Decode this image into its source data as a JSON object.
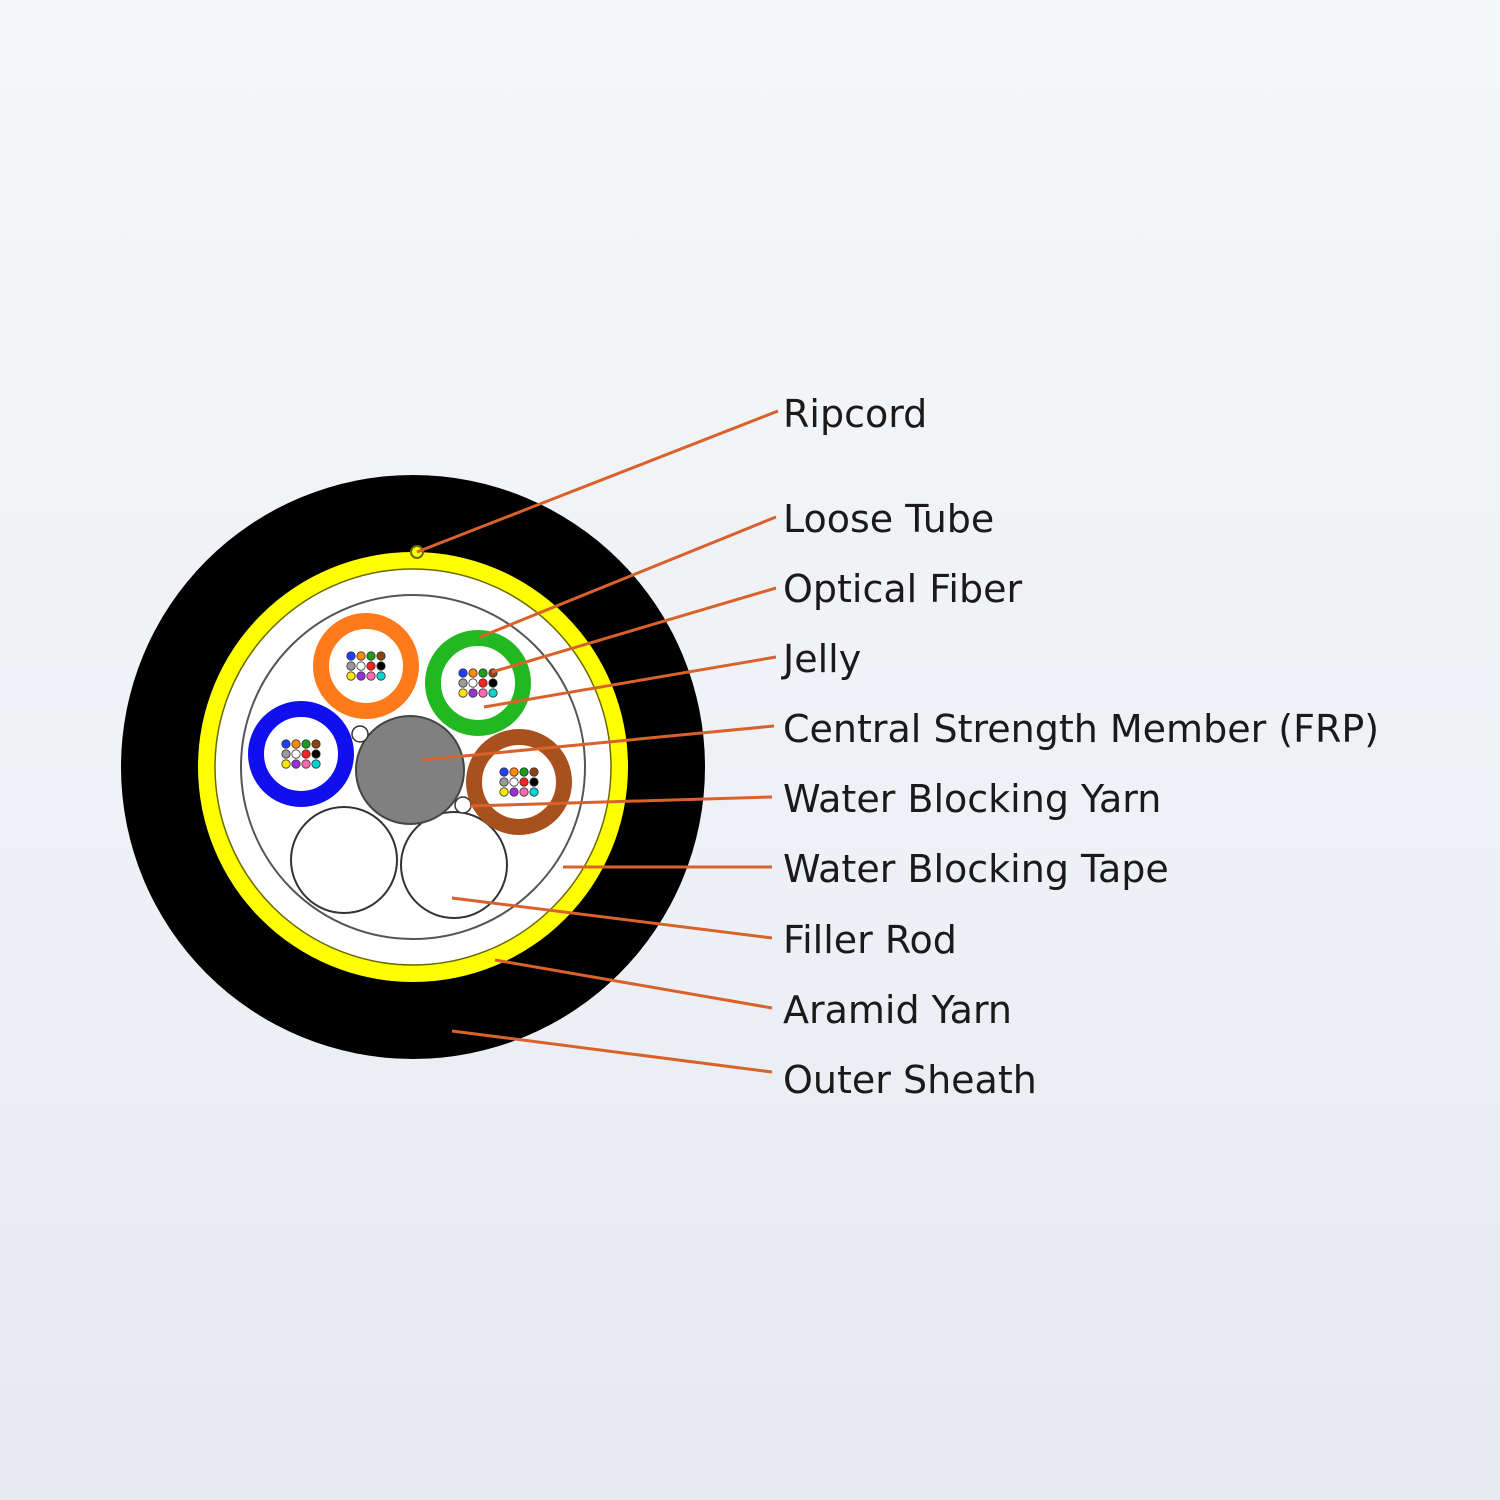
{
  "diagram": {
    "colors": {
      "sheath": "#000000",
      "aramid": "#ffff00",
      "leader": "#d9622b",
      "frp": "#808080",
      "tube_orange": "#ff7a1a",
      "tube_green": "#22b822",
      "tube_blue": "#1010ee",
      "tube_brown": "#a8501e"
    },
    "fiber_colors": [
      "#1f3fff",
      "#ff8c00",
      "#1a9e1a",
      "#8b4513",
      "#9a9a9a",
      "#ffffff",
      "#ff2020",
      "#000000",
      "#ffe600",
      "#9b30d9",
      "#ff69b4",
      "#00d5d5"
    ],
    "labels": {
      "ripcord": "Ripcord",
      "loose_tube": "Loose Tube",
      "optical_fiber": "Optical Fiber",
      "jelly": "Jelly",
      "central_strength_member": "Central Strength Member (FRP)",
      "water_blocking_yarn": "Water Blocking Yarn",
      "water_blocking_tape": "Water Blocking Tape",
      "filler_rod": "Filler Rod",
      "aramid_yarn": "Aramid Yarn",
      "outer_sheath": "Outer Sheath"
    }
  }
}
